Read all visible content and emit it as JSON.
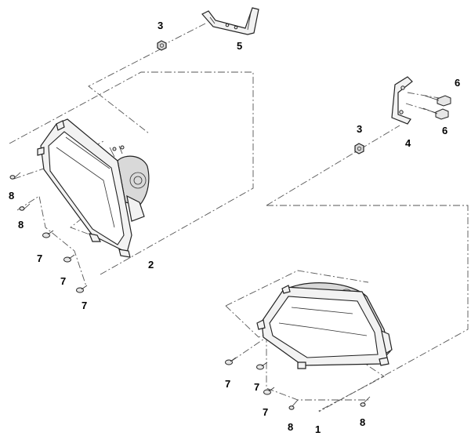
{
  "callouts": [
    {
      "id": "c-3-top",
      "label": "3"
    },
    {
      "id": "c-5",
      "label": "5"
    },
    {
      "id": "c-3-right",
      "label": "3"
    },
    {
      "id": "c-4",
      "label": "4"
    },
    {
      "id": "c-6-upper",
      "label": "6"
    },
    {
      "id": "c-6-lower",
      "label": "6"
    },
    {
      "id": "c-2",
      "label": "2"
    },
    {
      "id": "c-1",
      "label": "1"
    },
    {
      "id": "c-8-a",
      "label": "8"
    },
    {
      "id": "c-8-b",
      "label": "8"
    },
    {
      "id": "c-7-a",
      "label": "7"
    },
    {
      "id": "c-7-b",
      "label": "7"
    },
    {
      "id": "c-7-c",
      "label": "7"
    },
    {
      "id": "c-7-d",
      "label": "7"
    },
    {
      "id": "c-7-e",
      "label": "7"
    },
    {
      "id": "c-7-f",
      "label": "7"
    },
    {
      "id": "c-8-c",
      "label": "8"
    },
    {
      "id": "c-8-d",
      "label": "8"
    }
  ]
}
